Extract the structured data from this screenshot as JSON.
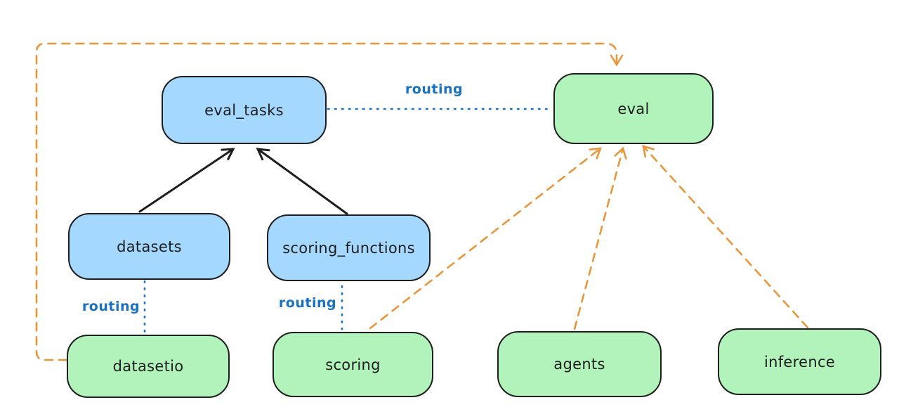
{
  "diagram": {
    "type": "architecture-diagram",
    "background": "#ffffff",
    "colors": {
      "background": "#ffffff",
      "node_blue_fill": "#a5d8ff",
      "node_green_fill": "#b2f2bb",
      "node_stroke": "#1e1e1e",
      "routing_blue": "#1971c2",
      "provider_orange": "#e8963c",
      "arrow_black": "#1e1e1e"
    },
    "nodes": [
      {
        "id": "eval_tasks",
        "label": "eval_tasks",
        "variant": "blue"
      },
      {
        "id": "eval",
        "label": "eval",
        "variant": "green"
      },
      {
        "id": "datasets",
        "label": "datasets",
        "variant": "blue"
      },
      {
        "id": "scoring_functions",
        "label": "scoring_functions",
        "variant": "blue"
      },
      {
        "id": "datasetio",
        "label": "datasetio",
        "variant": "green"
      },
      {
        "id": "scoring",
        "label": "scoring",
        "variant": "green"
      },
      {
        "id": "agents",
        "label": "agents",
        "variant": "green"
      },
      {
        "id": "inference",
        "label": "inference",
        "variant": "green"
      }
    ],
    "edges": [
      {
        "from": "datasets",
        "to": "eval_tasks",
        "style": "solid-arrow",
        "color": "black",
        "label": ""
      },
      {
        "from": "scoring_functions",
        "to": "eval_tasks",
        "style": "solid-arrow",
        "color": "black",
        "label": ""
      },
      {
        "from": "eval_tasks",
        "to": "eval",
        "style": "dotted",
        "color": "blue",
        "label": "routing"
      },
      {
        "from": "datasets",
        "to": "datasetio",
        "style": "dotted",
        "color": "blue",
        "label": "routing"
      },
      {
        "from": "scoring_functions",
        "to": "scoring",
        "style": "dotted",
        "color": "blue",
        "label": "routing"
      },
      {
        "from": "datasetio",
        "to": "eval",
        "style": "dashed-arrow",
        "color": "orange",
        "label": ""
      },
      {
        "from": "scoring",
        "to": "eval",
        "style": "dashed-arrow",
        "color": "orange",
        "label": ""
      },
      {
        "from": "agents",
        "to": "eval",
        "style": "dashed-arrow",
        "color": "orange",
        "label": ""
      },
      {
        "from": "inference",
        "to": "eval",
        "style": "dashed-arrow",
        "color": "orange",
        "label": ""
      }
    ]
  }
}
